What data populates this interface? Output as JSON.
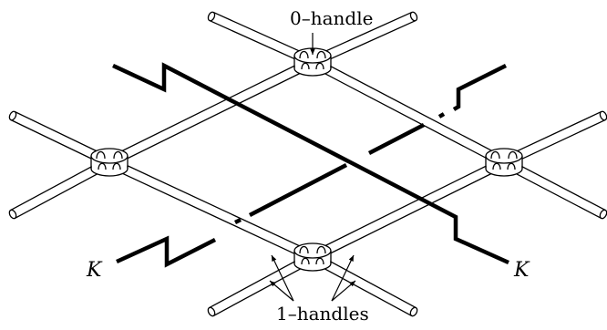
{
  "labels": {
    "zero_handle": "0–handle",
    "one_handles": "1–handles",
    "knot_left": "K",
    "knot_right": "K"
  },
  "colors": {
    "stroke": "#000000",
    "background": "#ffffff"
  }
}
